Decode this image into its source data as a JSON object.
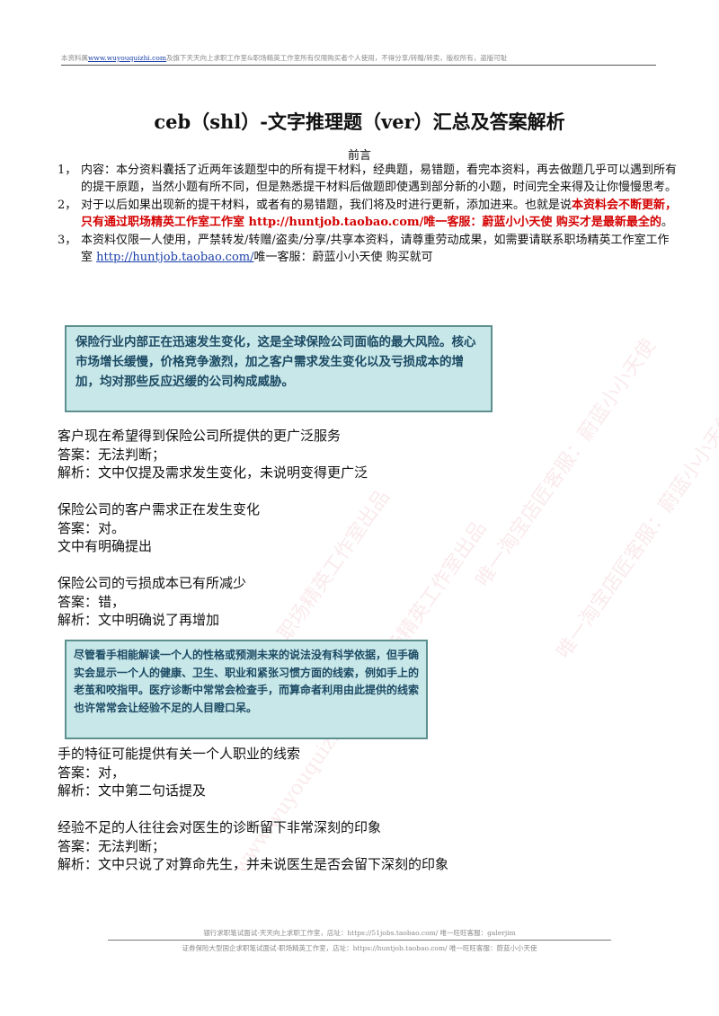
{
  "header": {
    "prefix": "本资料属",
    "link": "www.wuyouquizhi.com",
    "suffix": "及旗下天天向上求职工作室&职场精英工作室所有仅限购买者个人使用，不得分享/转赠/转卖，版权所有，盗版可耻"
  },
  "title": "ceb（shl）-文字推理题（ver）汇总及答案解析",
  "preface": "前言",
  "items": [
    {
      "num": "1，",
      "text": "内容：本分资料囊括了近两年该题型中的所有提干材料，经典题，易错题，看完本资料，再去做题几乎可以遇到所有的提干原题，当然小题有所不同，但是熟悉提干材料后做题即使遇到部分新的小题，时间完全来得及让你慢慢思考。"
    },
    {
      "num": "2，",
      "text_before": "对于以后如果出现新的提干材料，或者有的易错题，我们将及时进行更新，添加进来。也就是说",
      "text_red": "本资料会不断更新，只有通过职场精英工作室工作室 http://huntjob.taobao.com/唯一客服：蔚蓝小小天使 购买才是最新最全的",
      "text_after": "。"
    },
    {
      "num": "3，",
      "text_before": "本资料仅限一人使用，严禁转发/转赠/盗卖/分享/共享本资料，请尊重劳动成果，如需要请联系职场精英工作室工作室 ",
      "link": "http://huntjob.taobao.com/",
      "text_after": "唯一客服：蔚蓝小小天使 购买就可"
    }
  ],
  "passage1": "保险行业内部正在迅速发生变化，这是全球保险公司面临的最大风险。核心市场增长缓慢，价格竞争激烈，加之客户需求发生变化以及亏损成本的增加，均对那些反应迟缓的公司构成威胁。",
  "qa1": [
    {
      "q": "客户现在希望得到保险公司所提供的更广泛服务",
      "a": "答案：无法判断；",
      "e": "解析：文中仅提及需求发生变化，未说明变得更广泛"
    },
    {
      "q": "保险公司的客户需求正在发生变化",
      "a": "答案：对。",
      "e": "文中有明确提出"
    },
    {
      "q": "保险公司的亏损成本已有所减少",
      "a": "答案：错，",
      "e": "解析：文中明确说了再增加"
    }
  ],
  "passage2": "尽管看手相能解读一个人的性格或预测未来的说法没有科学依据，但手确实会显示一个人的健康、卫生、职业和紧张习惯方面的线索，例如手上的老茧和咬指甲。医疗诊断中常常会检查手，而算命者利用由此提供的线索也许常常会让经验不足的人目瞪口呆。",
  "qa2": [
    {
      "q": "手的特征可能提供有关一个人职业的线索",
      "a": "答案：对，",
      "e": "解析：文中第二句话提及"
    },
    {
      "q": "经验不足的人往往会对医生的诊断留下非常深刻的印象",
      "a": "答案：无法判断；",
      "e": "解析：文中只说了对算命先生，并未说医生是否会留下深刻的印象"
    }
  ],
  "footer1": "银行求职笔试面试-天天向上求职工作室，店址：https://51jobs.taobao.com/ 唯一旺旺客服：galerjim",
  "footer2": "证券保险大型国企求职笔试面试-职场精英工作室，店址：https://huntjob.taobao.com/ 唯一旺旺客服：蔚蓝小小天使",
  "watermarks": [
    "唯一淘宝店匠客服：蔚蓝小小天使",
    "www.wuyouquizhi.com&职场精英工作室出品",
    "唯一淘宝店匠客服：蔚蓝小小天使",
    "职场精英工作室出品"
  ],
  "colors": {
    "red": "#d40000",
    "link": "#1a3fa8",
    "box_bg": "#c7e7e9",
    "box_text": "#1c4a63"
  }
}
